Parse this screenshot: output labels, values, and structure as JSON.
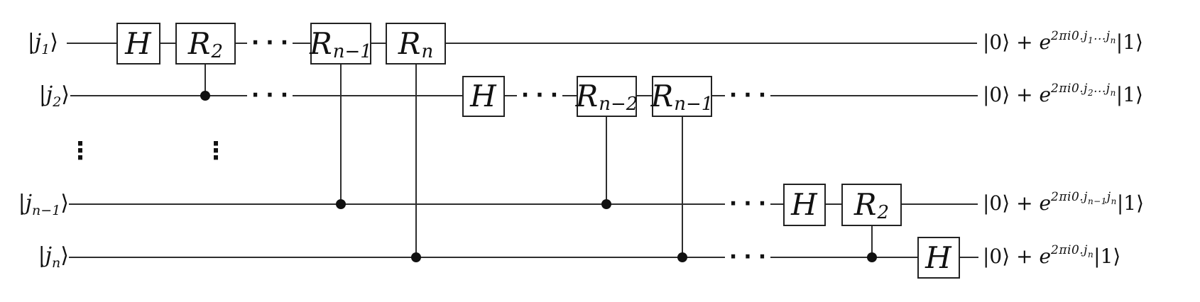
{
  "circuit": {
    "description": "Quantum Fourier Transform circuit",
    "qubits": [
      {
        "input": {
          "bar": "|",
          "var": "j",
          "sub": "1",
          "ket": "⟩"
        },
        "output": {
          "prefix": "|0⟩ + ",
          "e": "e",
          "exp1": "2πi0.j",
          "exp2": "1",
          "exp3": "...j",
          "exp4": "n",
          "suffix": "|1⟩"
        }
      },
      {
        "input": {
          "bar": "|",
          "var": "j",
          "sub": "2",
          "ket": "⟩"
        },
        "output": {
          "prefix": "|0⟩ + ",
          "e": "e",
          "exp1": "2πi0.j",
          "exp2": "2",
          "exp3": "...j",
          "exp4": "n",
          "suffix": "|1⟩"
        }
      },
      {
        "input": {
          "bar": "|",
          "var": "j",
          "sub": "n−1",
          "ket": "⟩"
        },
        "output": {
          "prefix": "|0⟩ + ",
          "e": "e",
          "exp1": "2πi0.j",
          "exp2": "n−1",
          "exp3": "j",
          "exp4": "n",
          "suffix": "|1⟩"
        }
      },
      {
        "input": {
          "bar": "|",
          "var": "j",
          "sub": "n",
          "ket": "⟩"
        },
        "output": {
          "prefix": "|0⟩ + ",
          "e": "e",
          "exp1": "2πi0.j",
          "exp2": "n",
          "exp3": "",
          "exp4": "",
          "suffix": "|1⟩"
        }
      }
    ],
    "gates": [
      {
        "base": "H",
        "sub": ""
      },
      {
        "base": "R",
        "sub": "2"
      },
      {
        "base": "R",
        "sub": "n−1"
      },
      {
        "base": "R",
        "sub": "n"
      },
      {
        "base": "H",
        "sub": ""
      },
      {
        "base": "R",
        "sub": "n−2"
      },
      {
        "base": "R",
        "sub": "n−1"
      },
      {
        "base": "H",
        "sub": ""
      },
      {
        "base": "R",
        "sub": "2"
      },
      {
        "base": "H",
        "sub": ""
      }
    ],
    "ellipsis_h": "···",
    "ellipsis_v": "⋮",
    "colors": {
      "line": "#2e2e2e",
      "ink": "#111111",
      "box_border": "#222222",
      "background": "#ffffff"
    }
  }
}
